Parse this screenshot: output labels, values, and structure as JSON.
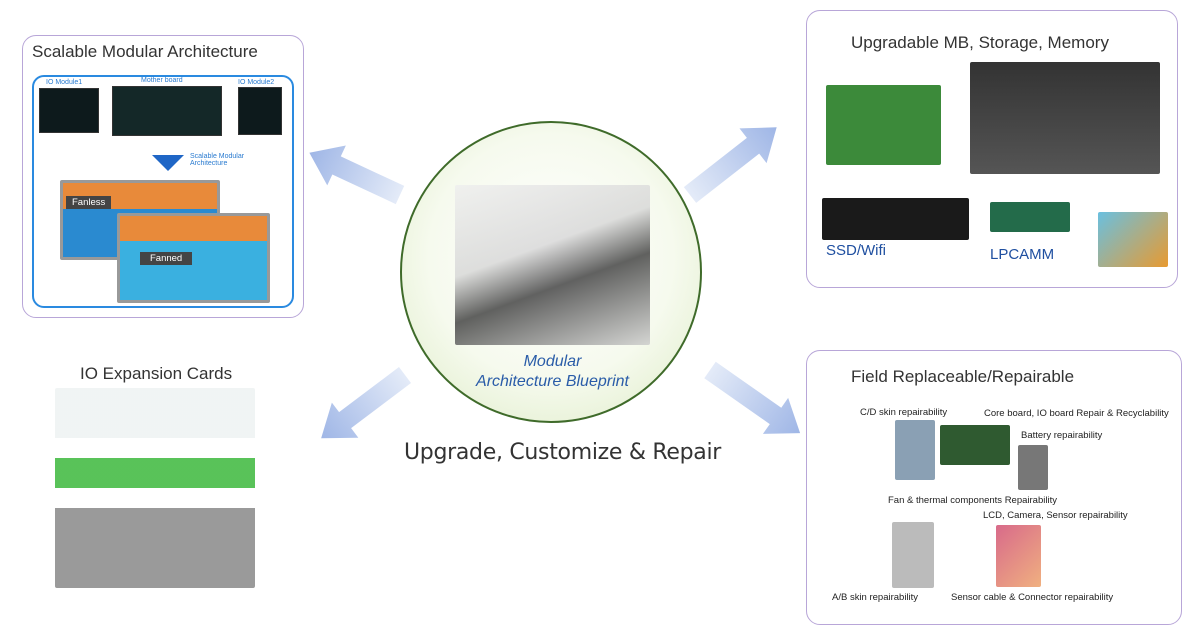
{
  "center": {
    "caption_line1": "Modular",
    "caption_line2": "Architecture Blueprint",
    "tagline": "Upgrade, Customize & Repair"
  },
  "scalable": {
    "title": "Scalable Modular Architecture",
    "io_module1": "IO Module1",
    "mother_board": "Mother board",
    "io_module2": "IO Module2",
    "arrow_label": "Scalable Modular Architecture",
    "fanless": "Fanless",
    "fanned": "Fanned"
  },
  "upgradable": {
    "title": "Upgradable MB, Storage, Memory",
    "ssd_label": "SSD/Wifi",
    "lpcamm_label": "LPCAMM"
  },
  "io_cards": {
    "title": "IO Expansion Cards"
  },
  "field": {
    "title": "Field Replaceable/Repairable",
    "labels": [
      "C/D skin  repairability",
      "Core board, IO board Repair & Recyclability",
      "Battery  repairability",
      "Fan & thermal components  Repairability",
      "LCD, Camera, Sensor  repairability",
      "A/B skin  repairability",
      "Sensor cable & Connector repairability"
    ]
  },
  "colors": {
    "panel_border": "#b8a6d8",
    "arrow": "#9fb6e6",
    "caption": "#2a5ca8",
    "circle_border": "#3f6b2a"
  }
}
